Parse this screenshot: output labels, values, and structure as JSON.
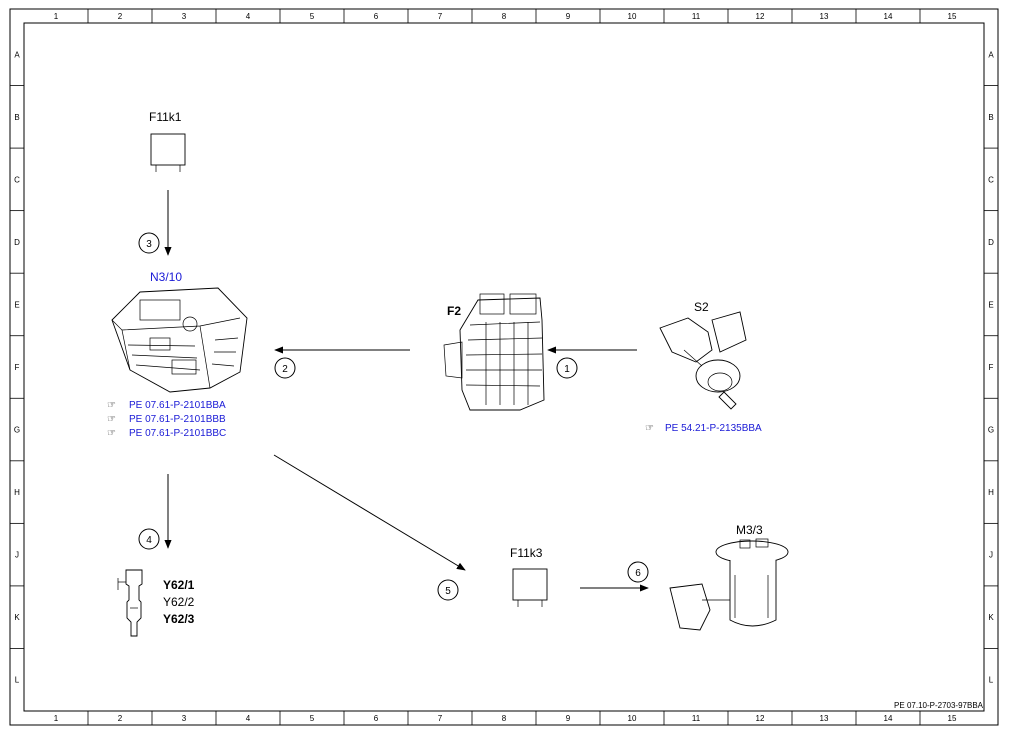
{
  "grid": {
    "columns": [
      "1",
      "2",
      "3",
      "4",
      "5",
      "6",
      "7",
      "8",
      "9",
      "10",
      "11",
      "12",
      "13",
      "14",
      "15"
    ],
    "rows": [
      "A",
      "B",
      "C",
      "D",
      "E",
      "F",
      "G",
      "H",
      "J",
      "K",
      "L"
    ]
  },
  "components": {
    "f11k1": {
      "label": "F11k1"
    },
    "n3_10": {
      "label": "N3/10",
      "refs": [
        "PE 07.61-P-2101BBA",
        "PE 07.61-P-2101BBB",
        "PE 07.61-P-2101BBC"
      ]
    },
    "f2": {
      "label": "F2"
    },
    "s2": {
      "label": "S2",
      "refs": [
        "PE 54.21-P-2135BBA"
      ]
    },
    "y62": {
      "labels": [
        "Y62/1",
        "Y62/2",
        "Y62/3"
      ]
    },
    "f11k3": {
      "label": "F11k3"
    },
    "m3_3": {
      "label": "M3/3"
    }
  },
  "steps": [
    "1",
    "2",
    "3",
    "4",
    "5",
    "6"
  ],
  "footer": {
    "doc_id": "PE 07.10-P-2703-97BBA"
  }
}
